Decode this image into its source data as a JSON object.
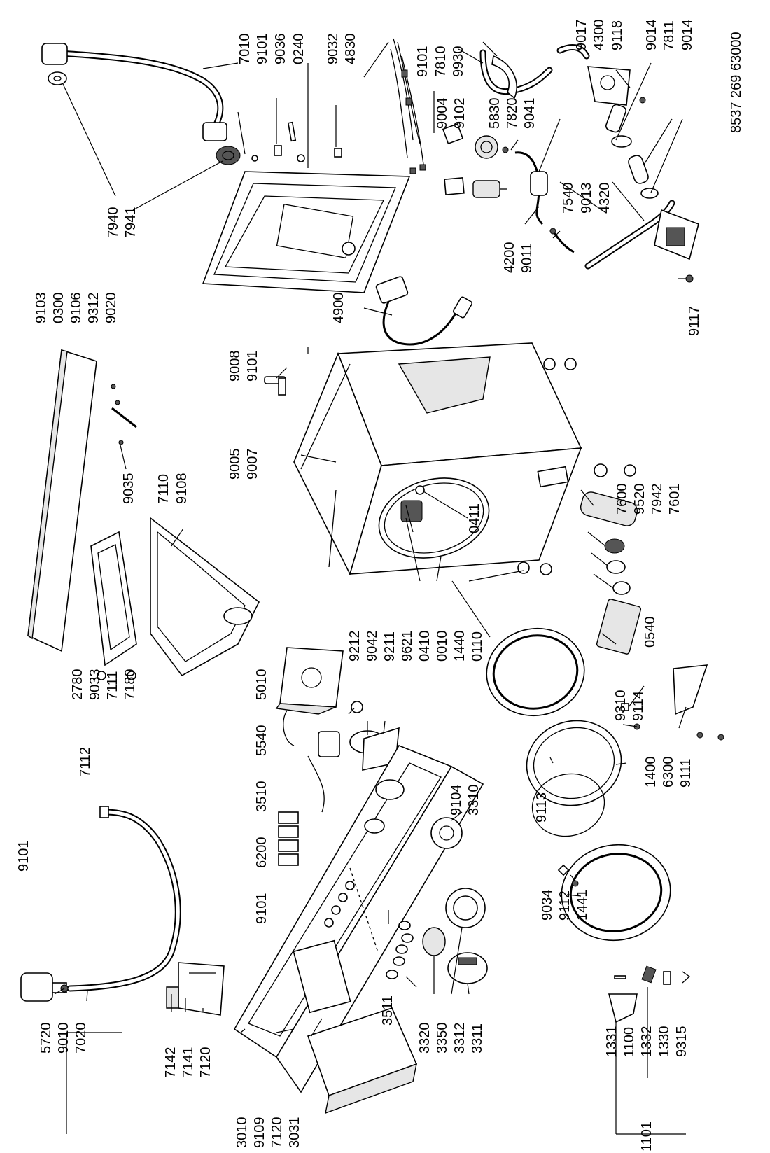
{
  "drawing_code": "8537 269 63000",
  "labels": {
    "p7010": "7010",
    "p9101a": "9101",
    "p9036": "9036",
    "p0240": "0240",
    "p9032": "9032",
    "p4830": "4830",
    "p9101b": "9101",
    "p7810": "7810",
    "p9930": "9930",
    "p9017": "9017",
    "p4300": "4300",
    "p9118": "9118",
    "p9014a": "9014",
    "p7811": "7811",
    "p9014b": "9014",
    "p9004": "9004",
    "p9102": "9102",
    "p5830": "5830",
    "p7820": "7820",
    "p9041": "9041",
    "p7540": "7540",
    "p9013": "9013",
    "p4320": "4320",
    "p7940": "7940",
    "p7941": "7941",
    "p4200": "4200",
    "p9011": "9011",
    "p9103": "9103",
    "p0300": "0300",
    "p9106": "9106",
    "p9312": "9312",
    "p9020": "9020",
    "p4900": "4900",
    "p9117": "9117",
    "p9008": "9008",
    "p9101c": "9101",
    "p9005": "9005",
    "p9007": "9007",
    "p9035": "9035",
    "p7110": "7110",
    "p9108": "9108",
    "p7600": "7600",
    "p9520": "9520",
    "p7942": "7942",
    "p7601": "7601",
    "p0411": "0411",
    "p9212": "9212",
    "p9042": "9042",
    "p9211": "9211",
    "p9621": "9621",
    "p0410": "0410",
    "p0010": "0010",
    "p1440": "1440",
    "p0110": "0110",
    "p0540": "0540",
    "p2780": "2780",
    "p9033": "9033",
    "p7111": "7111",
    "p7180": "7180",
    "p7112": "7112",
    "p5010": "5010",
    "p5540": "5540",
    "p3510": "3510",
    "p6200": "6200",
    "p9101d": "9101",
    "p9310": "9310",
    "p9114": "9114",
    "p9113": "9113",
    "p9104": "9104",
    "p3310": "3310",
    "p1400": "1400",
    "p6300": "6300",
    "p9111": "9111",
    "p9101e": "9101",
    "p5720": "5720",
    "p9010": "9010",
    "p7020": "7020",
    "p7142": "7142",
    "p7141": "7141",
    "p7120a": "7120",
    "p3511": "3511",
    "p9034": "9034",
    "p9112": "9112",
    "p1441": "1441",
    "p3010": "3010",
    "p9109": "9109",
    "p7120b": "7120",
    "p3031": "3031",
    "p3320": "3320",
    "p3350": "3350",
    "p3312": "3312",
    "p3311": "3311",
    "p1331": "1331",
    "p1100": "1100",
    "p1332": "1332",
    "p1330": "1330",
    "p9315": "9315",
    "p1101": "1101"
  }
}
